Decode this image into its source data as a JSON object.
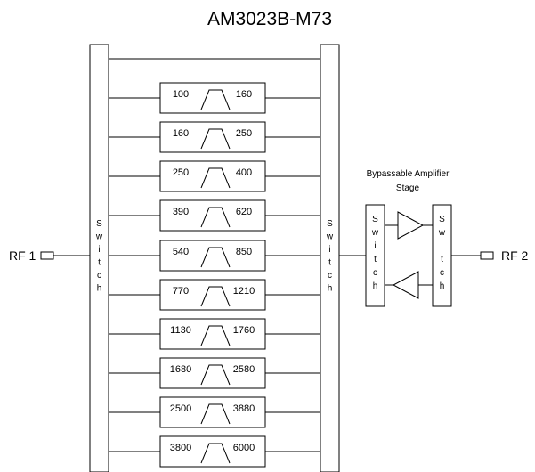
{
  "title": "AM3023B-M73",
  "ports": {
    "input": "RF 1",
    "output": "RF 2"
  },
  "switch_letters": [
    "S",
    "w",
    "i",
    "t",
    "c",
    "h"
  ],
  "amplifier_caption": [
    "Bypassable Amplifier",
    "Stage"
  ],
  "filters": [
    {
      "low": "100",
      "high": "160"
    },
    {
      "low": "160",
      "high": "250"
    },
    {
      "low": "250",
      "high": "400"
    },
    {
      "low": "390",
      "high": "620"
    },
    {
      "low": "540",
      "high": "850"
    },
    {
      "low": "770",
      "high": "1210"
    },
    {
      "low": "1130",
      "high": "1760"
    },
    {
      "low": "1680",
      "high": "2580"
    },
    {
      "low": "2500",
      "high": "3880"
    },
    {
      "low": "3800",
      "high": "6000"
    }
  ],
  "colors": {
    "line": "#000000",
    "background": "#ffffff"
  }
}
